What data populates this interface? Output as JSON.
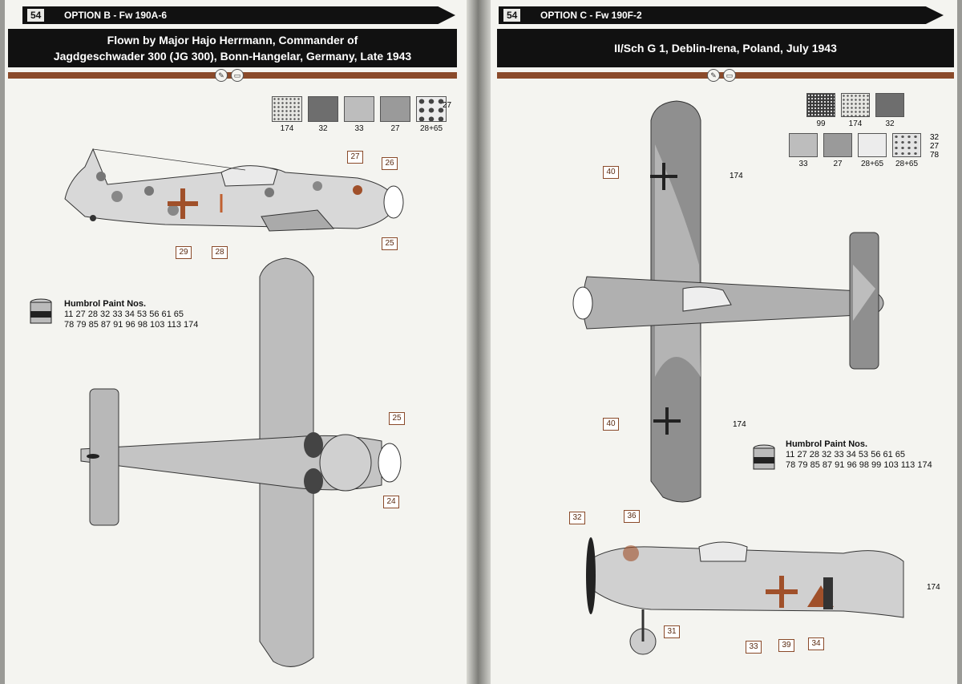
{
  "left": {
    "page_number": "54",
    "option": "OPTION B - Fw 190A-6",
    "title_line1": "Flown by Major Hajo Herrmann, Commander of",
    "title_line2": "Jagdgeschwader 300 (JG 300), Bonn-Hangelar, Germany, Late 1943",
    "swatches": [
      {
        "label": "174",
        "color": "#dcdcd8",
        "pattern": "mottle"
      },
      {
        "label": "32",
        "color": "#6e6e6e"
      },
      {
        "label": "33",
        "color": "#bdbdbd"
      },
      {
        "label": "27",
        "color": "#9a9a9a"
      },
      {
        "label": "28+65",
        "color": "#e8e8e8",
        "pattern": "spots"
      }
    ],
    "swatch_extra": "27",
    "humbrol_heading": "Humbrol Paint Nos.",
    "humbrol_row1": "11 27 28 32 33 34 53 56 61 65",
    "humbrol_row2": "78 79 85 87 91 96 98 103 113 174",
    "callouts": [
      "27",
      "26",
      "25",
      "29",
      "28",
      "25",
      "24"
    ]
  },
  "right": {
    "page_number": "54",
    "option": "OPTION C - Fw 190F-2",
    "title": "II/Sch G 1, Deblin-Irena, Poland, July 1943",
    "swatches_row1": [
      {
        "label": "99",
        "color": "#3a3a3a",
        "pattern": "dots"
      },
      {
        "label": "174",
        "color": "#dcdcd8",
        "pattern": "mottle"
      },
      {
        "label": "32",
        "color": "#6e6e6e"
      }
    ],
    "swatches_row2": [
      {
        "label": "33",
        "color": "#bdbdbd"
      },
      {
        "label": "27",
        "color": "#9a9a9a"
      },
      {
        "label": "28+65",
        "color": "#ececec"
      },
      {
        "label": "28+65",
        "color": "#e4e4e4",
        "pattern": "spots"
      }
    ],
    "swatch_side_labels": [
      "32",
      "27",
      "78"
    ],
    "humbrol_heading": "Humbrol Paint Nos.",
    "humbrol_row1": "11 27 28 32 33 34 53 56 61 65",
    "humbrol_row2": "78 79 85 87 91 96 98 99 103 113 174",
    "callouts": [
      "40",
      "174",
      "40",
      "174",
      "32",
      "36",
      "31",
      "33",
      "39",
      "34",
      "174"
    ]
  },
  "colors": {
    "accent": "#8a4a2a",
    "ribbon": "#111111",
    "paper": "#f4f4f0"
  },
  "icons": [
    "brush-icon",
    "decal-icon",
    "paint-can-icon"
  ]
}
